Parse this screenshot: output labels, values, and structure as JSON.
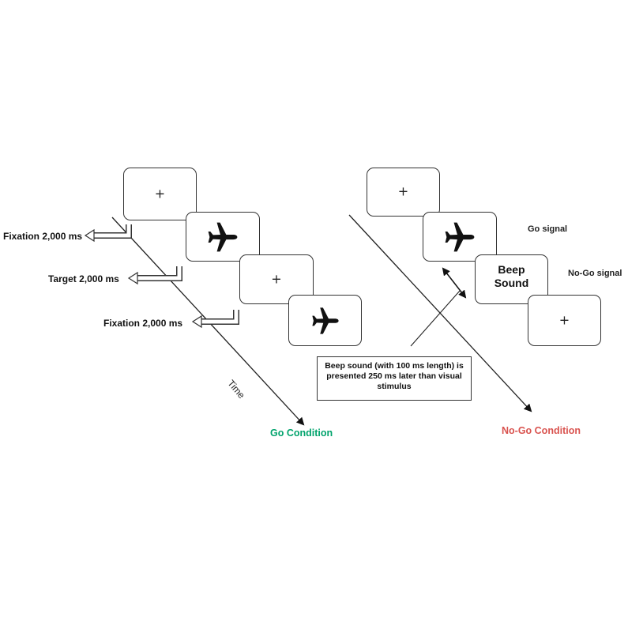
{
  "go_panel": {
    "frames": {
      "fixation_symbol": "+",
      "target_icon": "airplane-icon"
    },
    "labels": {
      "fixation_1": "Fixation 2,000 ms",
      "target": "Target 2,000 ms",
      "fixation_2": "Fixation 2,000 ms"
    },
    "axis_label": "Time",
    "title": "Go Condition",
    "title_color": "#00A36C"
  },
  "nogo_panel": {
    "frames": {
      "fixation_symbol": "+",
      "target_icon": "airplane-icon",
      "beep_line1": "Beep",
      "beep_line2": "Sound"
    },
    "labels": {
      "go_signal": "Go signal",
      "nogo_signal": "No-Go signal"
    },
    "note": "Beep sound (with 100 ms length) is presented 250 ms later than visual stimulus",
    "title": "No-Go Condition",
    "title_color": "#D9534F"
  }
}
